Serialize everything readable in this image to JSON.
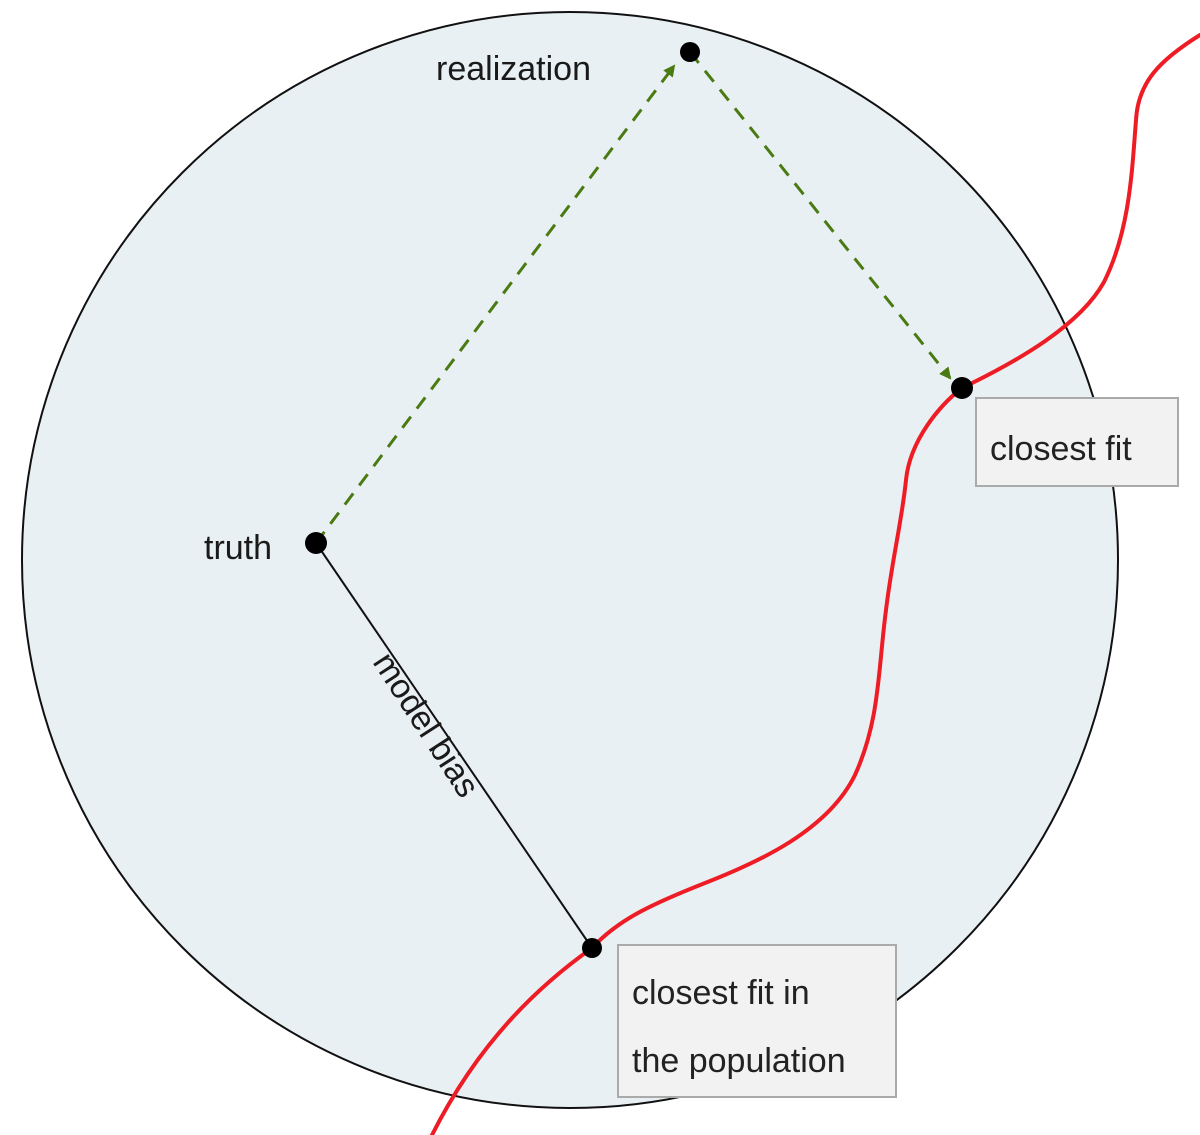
{
  "labels": {
    "realization": "realization",
    "truth": "truth",
    "model_bias": "model bias",
    "closest_fit": "closest fit",
    "closest_fit_population_line1": "closest fit in",
    "closest_fit_population_line2": "the population"
  },
  "colors": {
    "circle_fill": "#e9f0f4",
    "circle_stroke": "#111111",
    "curve": "#ee1c25",
    "dashed_arrow": "#4a7a12",
    "point": "#000000",
    "box_fill": "#f2f2f2",
    "box_stroke": "#aaaaaa"
  }
}
